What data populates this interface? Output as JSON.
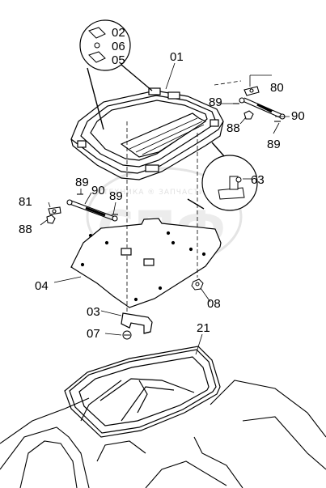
{
  "diagram": {
    "callouts": {
      "c02": "02",
      "c06": "06",
      "c05": "05",
      "c01": "01",
      "c80": "80",
      "c89a": "89",
      "c88a": "88",
      "c90a": "90",
      "c89b": "89",
      "c63": "63",
      "c89c": "89",
      "c89d": "89",
      "c90b": "90",
      "c81": "81",
      "c88b": "88",
      "c04": "04",
      "c08": "08",
      "c03": "03",
      "c07": "07",
      "c21": "21"
    },
    "watermark": {
      "text": "ТЕХНИКА ® ЗАПЧАСТИ",
      "logo": "СПФ"
    }
  }
}
